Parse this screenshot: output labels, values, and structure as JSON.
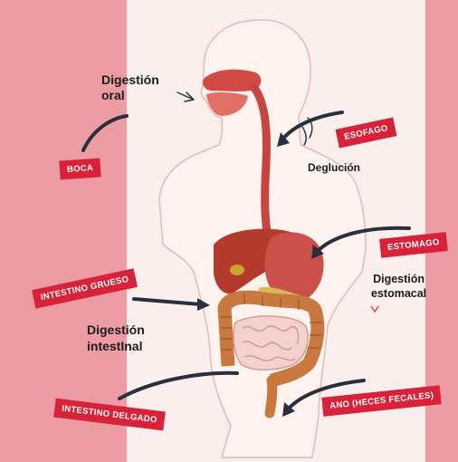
{
  "colors": {
    "background_outer": "#ee9ca4",
    "panel": "#fbefee",
    "body_silhouette": "#fff3f0",
    "label_bg": "#d8223a",
    "label_text": "#ffffff",
    "arrow": "#2a2f3e",
    "esophagus": "#c8443e",
    "liver": "#b33a2c",
    "stomach": "#c9514a",
    "large_intestine": "#c9783f",
    "small_intestine": "#f3d2cd"
  },
  "tags": {
    "boca": "BOCA",
    "esofago": "ESOFAGO",
    "estomago": "ESTOMAGO",
    "intestino_grueso": "INTESTINO GRUESO",
    "intestino_delgado": "INTESTINO DELGADO",
    "ano": "ANO (HECES FECALES)"
  },
  "process_labels": {
    "digestion_oral": [
      "Digestión",
      "oral"
    ],
    "deglucion": "Deglución",
    "digestion_estomacal": [
      "Digestión",
      "estomacal"
    ],
    "digestion_intestinal": [
      "Digestión",
      "intestInal"
    ]
  }
}
